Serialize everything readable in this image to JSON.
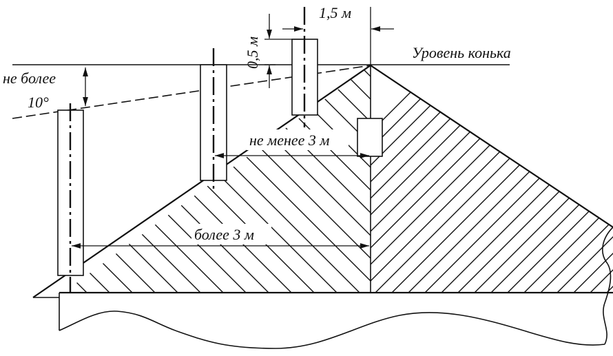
{
  "labels": {
    "ridge_level": "Уровень конька",
    "max_angle_text": "не более",
    "max_angle_value": "10°",
    "height_above": "0,5 м",
    "ridge_offset": "1,5 м",
    "min_distance": "не менее 3 м",
    "over_distance": "более 3 м"
  }
}
